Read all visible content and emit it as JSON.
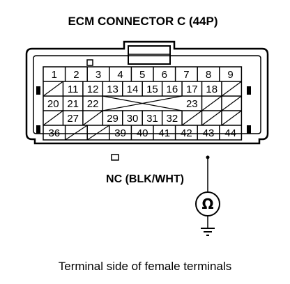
{
  "diagram": {
    "title": "ECM CONNECTOR C (44P)",
    "wire_label": "NC (BLK/WHT)",
    "caption": "Terminal side of female terminals",
    "meter_symbol": "Ω",
    "meter_icon": "ohmmeter-icon",
    "ground_icon": "ground-icon",
    "probe_terminal": "43",
    "rows": [
      [
        "1",
        "2",
        "3",
        "4",
        "5",
        "6",
        "7",
        "8",
        "9"
      ],
      [
        "",
        "11",
        "12",
        "13",
        "14",
        "15",
        "16",
        "17",
        "18",
        ""
      ],
      [
        "20",
        "21",
        "22",
        "",
        "",
        "",
        "",
        "23",
        "",
        ""
      ],
      [
        "",
        "27",
        "",
        "29",
        "30",
        "31",
        "32",
        "",
        "",
        ""
      ],
      [
        "36",
        "",
        "",
        "39",
        "40",
        "41",
        "42",
        "43",
        "44"
      ]
    ]
  }
}
